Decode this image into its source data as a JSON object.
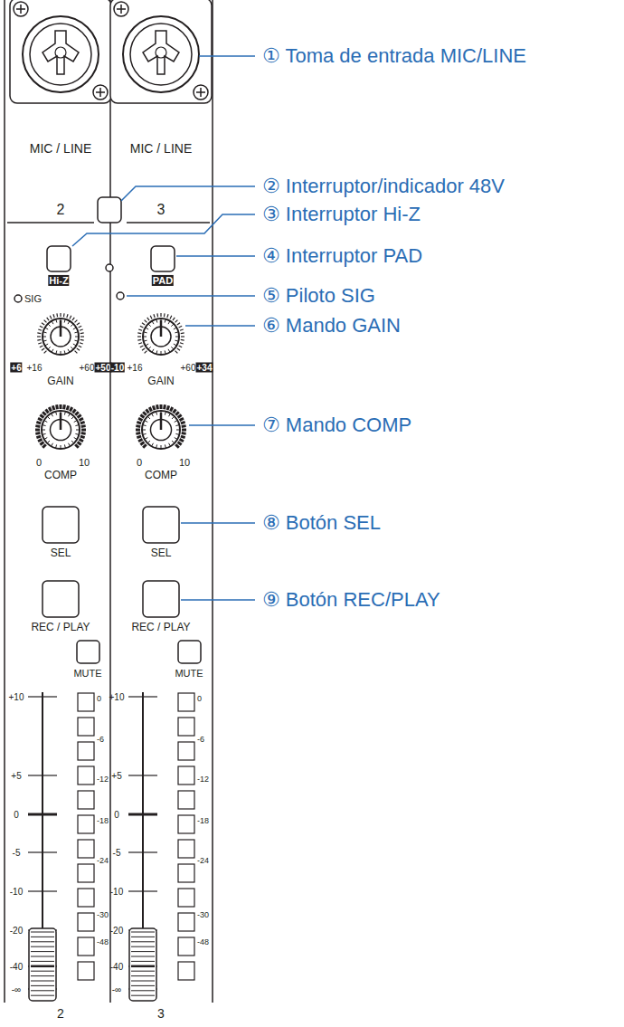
{
  "diagram": {
    "labels": [
      "① Toma de entrada MIC/LINE",
      "② Interruptor/indicador 48V",
      "③ Interruptor Hi-Z",
      "④ Interruptor PAD",
      "⑤ Piloto SIG",
      "⑥ Mando GAIN",
      "⑦ Mando COMP",
      "⑧ Botón SEL",
      "⑨ Botón REC/PLAY",
      "MIC / LINE",
      "MIC / LINE",
      "2",
      "3",
      "Hi-Z",
      "PAD",
      "SIG",
      "+6",
      "+16",
      "+60",
      "+50",
      "GAIN",
      "-10",
      "+16",
      "+60",
      "+34",
      "GAIN",
      "0",
      "10",
      "COMP",
      "0",
      "10",
      "COMP",
      "SEL",
      "SEL",
      "REC / PLAY",
      "REC / PLAY",
      "MUTE",
      "MUTE",
      "+10",
      "+5",
      "0",
      "-5",
      "-10",
      "-20",
      "-40",
      "-∞",
      "0",
      "-6",
      "-12",
      "-18",
      "-24",
      "-30",
      "-48",
      "+10",
      "+5",
      "0",
      "-5",
      "-10",
      "-20",
      "-40",
      "-∞",
      "0",
      "-6",
      "-12",
      "-18",
      "-24",
      "-30",
      "-48",
      "2",
      "3"
    ]
  }
}
